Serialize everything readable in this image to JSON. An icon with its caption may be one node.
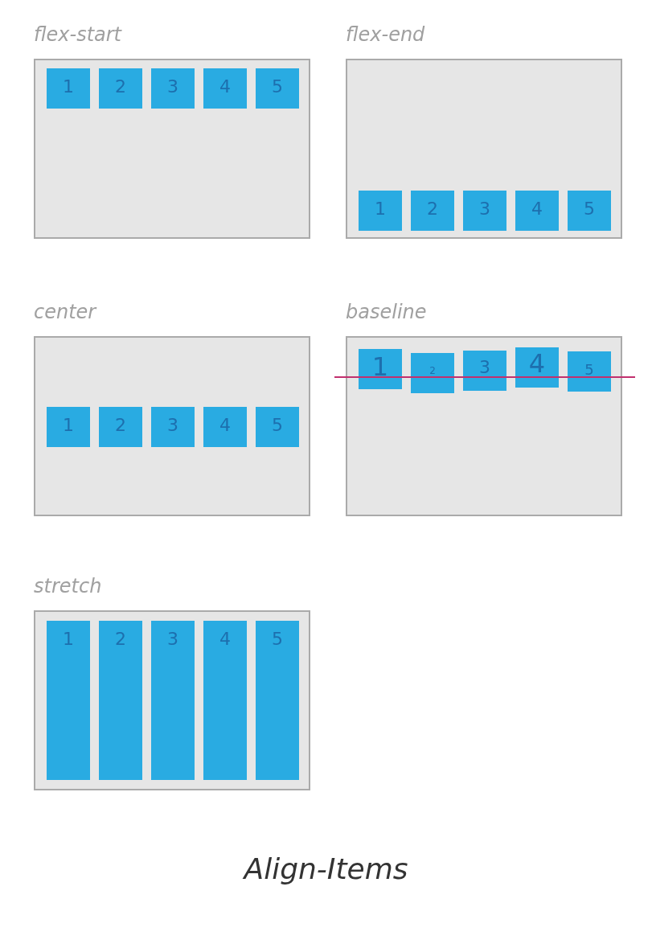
{
  "diagram": {
    "caption": "Align-Items",
    "nodes": [
      {
        "text": [
          "flex-start"
        ]
      },
      {
        "text": [
          "1"
        ],
        "in": 0
      },
      {
        "text": [
          "2"
        ],
        "in": 0
      },
      {
        "text": [
          "3"
        ],
        "in": 0
      },
      {
        "text": [
          "4"
        ],
        "in": 0
      },
      {
        "text": [
          "5"
        ],
        "in": 0
      },
      {
        "text": [
          "flex-end"
        ]
      },
      {
        "text": [
          "1"
        ],
        "in": 6
      },
      {
        "text": [
          "2"
        ],
        "in": 6
      },
      {
        "text": [
          "3"
        ],
        "in": 6
      },
      {
        "text": [
          "4"
        ],
        "in": 6
      },
      {
        "text": [
          "5"
        ],
        "in": 6
      },
      {
        "text": [
          "center"
        ]
      },
      {
        "text": [
          "1"
        ],
        "in": 12
      },
      {
        "text": [
          "2"
        ],
        "in": 12
      },
      {
        "text": [
          "3"
        ],
        "in": 12
      },
      {
        "text": [
          "4"
        ],
        "in": 12
      },
      {
        "text": [
          "5"
        ],
        "in": 12
      },
      {
        "text": [
          "baseline"
        ]
      },
      {
        "text": [
          "1"
        ],
        "in": 18
      },
      {
        "text": [
          "2"
        ],
        "in": 18
      },
      {
        "text": [
          "3"
        ],
        "in": 18
      },
      {
        "text": [
          "4"
        ],
        "in": 18
      },
      {
        "text": [
          "5"
        ],
        "in": 18
      },
      {
        "text": [
          "stretch"
        ]
      },
      {
        "text": [
          "1"
        ],
        "in": 24
      },
      {
        "text": [
          "2"
        ],
        "in": 24
      },
      {
        "text": [
          "3"
        ],
        "in": 24
      },
      {
        "text": [
          "4"
        ],
        "in": 24
      },
      {
        "text": [
          "5"
        ],
        "in": 24
      }
    ]
  }
}
